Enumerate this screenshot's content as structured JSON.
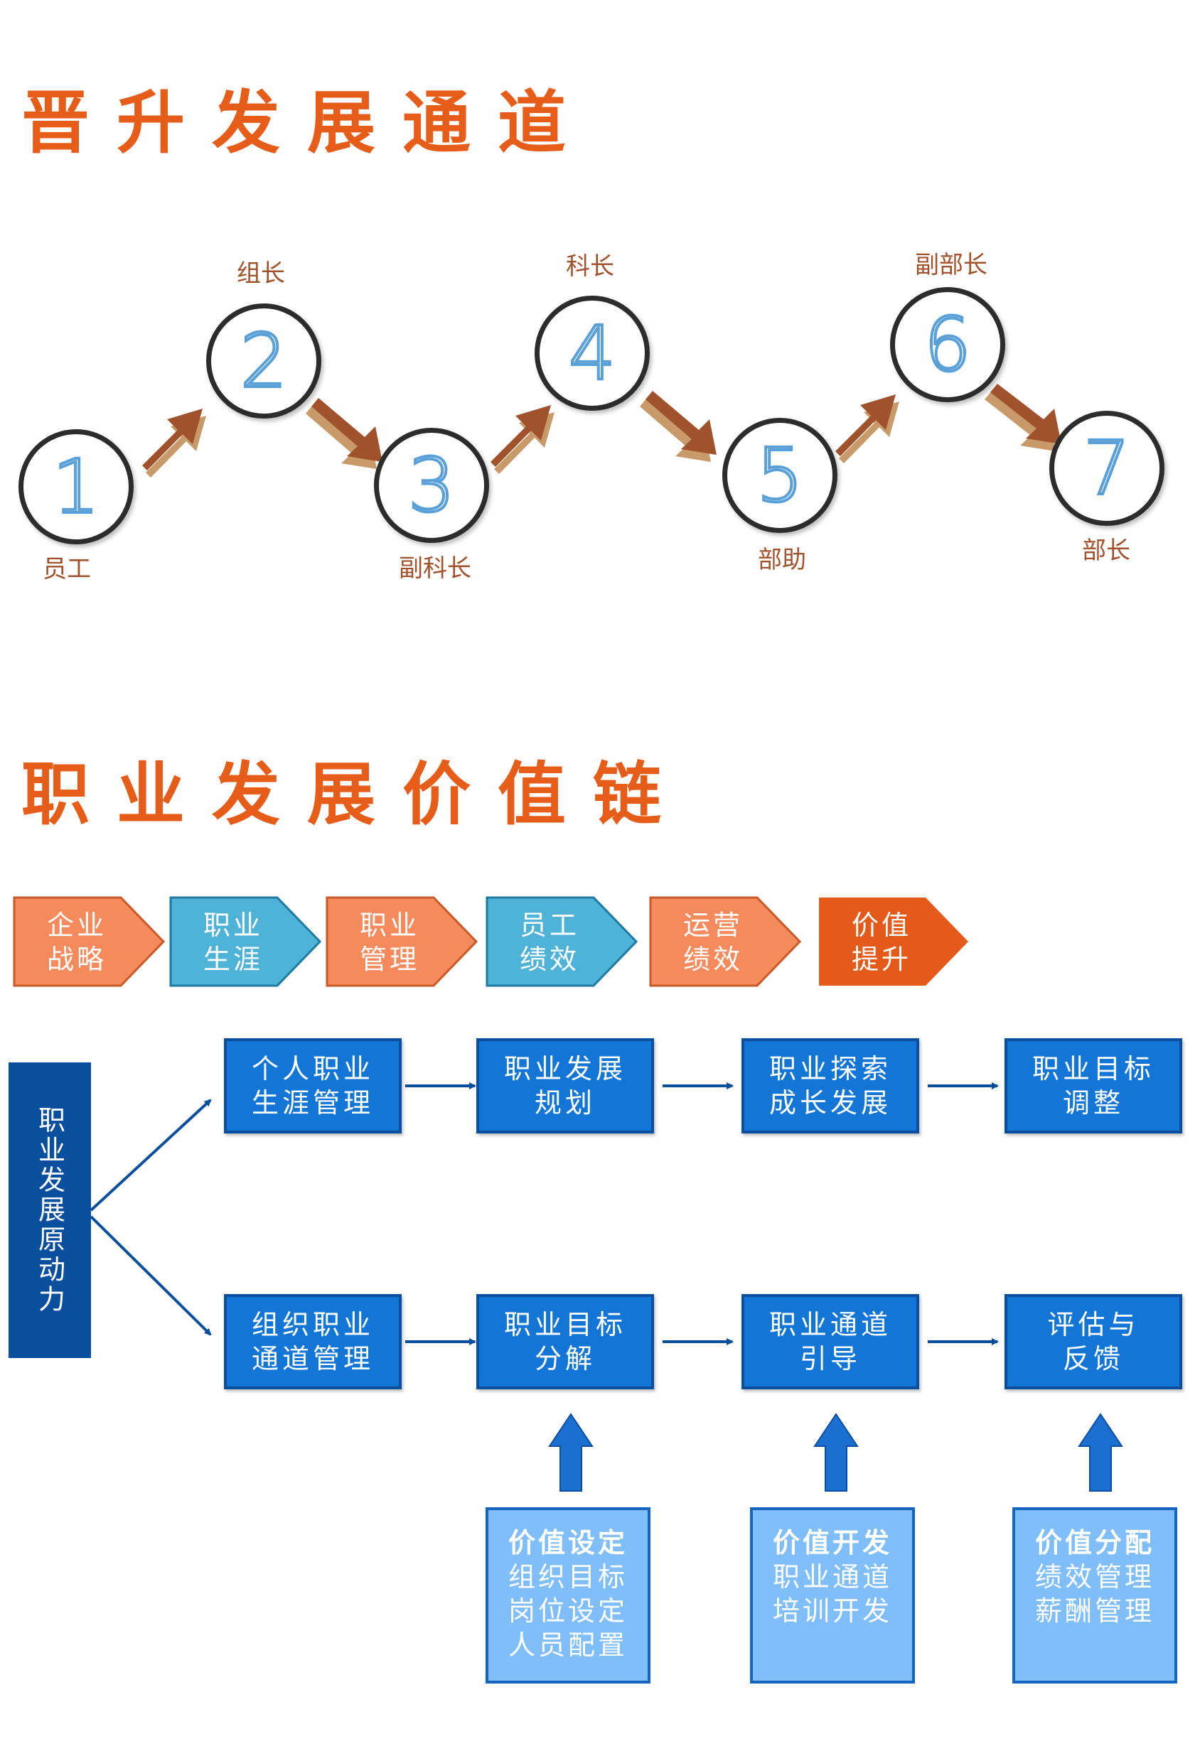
{
  "section1": {
    "title": "晋升发展通道",
    "levels": [
      {
        "num": "1",
        "label": "员工"
      },
      {
        "num": "2",
        "label": "组长"
      },
      {
        "num": "3",
        "label": "副科长"
      },
      {
        "num": "4",
        "label": "科长"
      },
      {
        "num": "5",
        "label": "部助"
      },
      {
        "num": "6",
        "label": "副部长"
      },
      {
        "num": "7",
        "label": "部长"
      }
    ]
  },
  "section2": {
    "title": "职业发展价值链",
    "chevrons": [
      {
        "line1": "企业",
        "line2": "战略"
      },
      {
        "line1": "职业",
        "line2": "生涯"
      },
      {
        "line1": "职业",
        "line2": "管理"
      },
      {
        "line1": "员工",
        "line2": "绩效"
      },
      {
        "line1": "运营",
        "line2": "绩效"
      },
      {
        "line1": "价值",
        "line2": "提升"
      }
    ],
    "origin": "职业发展原动力",
    "row1": [
      {
        "line1": "个人职业",
        "line2": "生涯管理"
      },
      {
        "line1": "职业发展",
        "line2": "规划"
      },
      {
        "line1": "职业探索",
        "line2": "成长发展"
      },
      {
        "line1": "职业目标",
        "line2": "调整"
      }
    ],
    "row2": [
      {
        "line1": "组织职业",
        "line2": "通道管理"
      },
      {
        "line1": "职业目标",
        "line2": "分解"
      },
      {
        "line1": "职业通道",
        "line2": "引导"
      },
      {
        "line1": "评估与",
        "line2": "反馈"
      }
    ],
    "values": [
      {
        "head": "价值设定",
        "lines": [
          "组织目标",
          "岗位设定",
          "人员配置"
        ]
      },
      {
        "head": "价值开发",
        "lines": [
          "职业通道",
          "培训开发"
        ]
      },
      {
        "head": "价值分配",
        "lines": [
          "绩效管理",
          "薪酬管理"
        ]
      }
    ]
  },
  "colors": {
    "title": "#e65c19",
    "chevron_orange": "#f58a5c",
    "chevron_blue": "#4fb3d8",
    "chevron_dark_orange": "#e35a1a",
    "box_blue": "#1376d6",
    "value_box": "#7fbef8",
    "origin": "#0a4f9e",
    "arrow_brown": "#a0522d",
    "level_text": "#a0522d"
  }
}
